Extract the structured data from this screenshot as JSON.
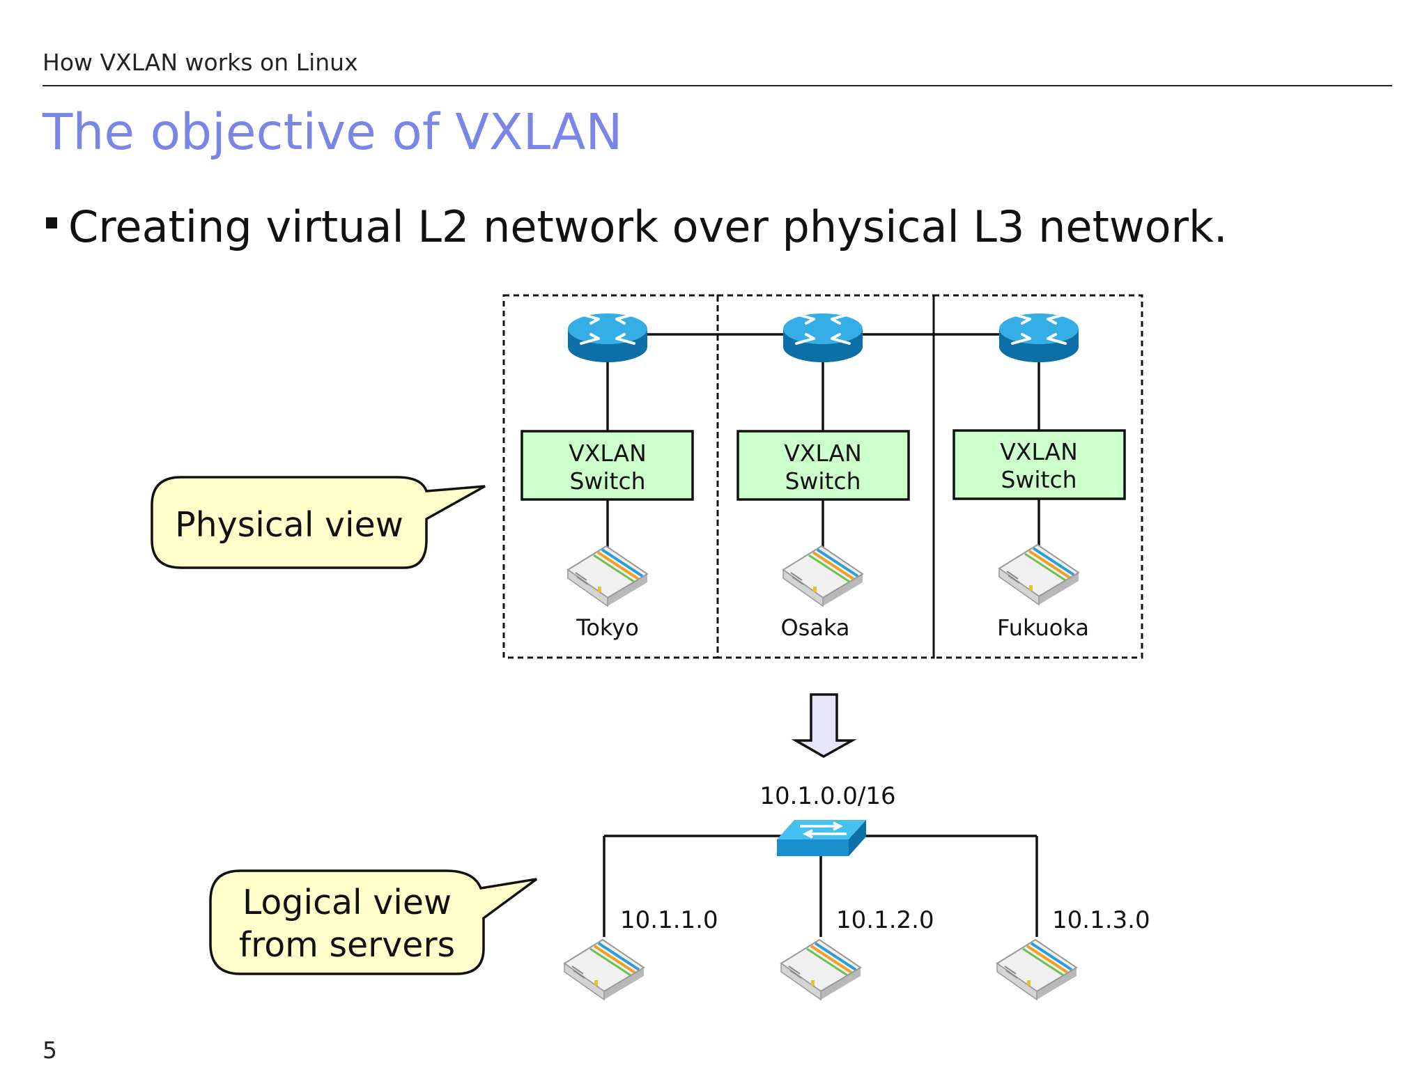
{
  "header": {
    "text": "How VXLAN works on Linux"
  },
  "slide": {
    "title": "The objective of VXLAN",
    "bullet": "Creating virtual L2 network over physical L3 network.",
    "page_number": "5"
  },
  "physical": {
    "callout": "Physical view",
    "sites": [
      {
        "label": "Tokyo",
        "switch_line1": "VXLAN",
        "switch_line2": "Switch"
      },
      {
        "label": "Osaka",
        "switch_line1": "VXLAN",
        "switch_line2": "Switch"
      },
      {
        "label": "Fukuoka",
        "switch_line1": "VXLAN",
        "switch_line2": "Switch"
      }
    ]
  },
  "logical": {
    "callout_line1": "Logical view",
    "callout_line2": "from servers",
    "network": "10.1.0.0/16",
    "hosts": [
      {
        "address": "10.1.1.0"
      },
      {
        "address": "10.1.2.0"
      },
      {
        "address": "10.1.3.0"
      }
    ]
  },
  "colors": {
    "title": "#7a86e6",
    "router": "#1a8fd0",
    "vxlan_switch_fill": "#ccffcc",
    "callout_fill": "#ffffcc",
    "arrow_fill": "#e6e6f8",
    "l2_switch": "#1aa3dc"
  },
  "icons": [
    "router-icon",
    "server-icon",
    "l2-switch-icon",
    "down-arrow-icon"
  ]
}
